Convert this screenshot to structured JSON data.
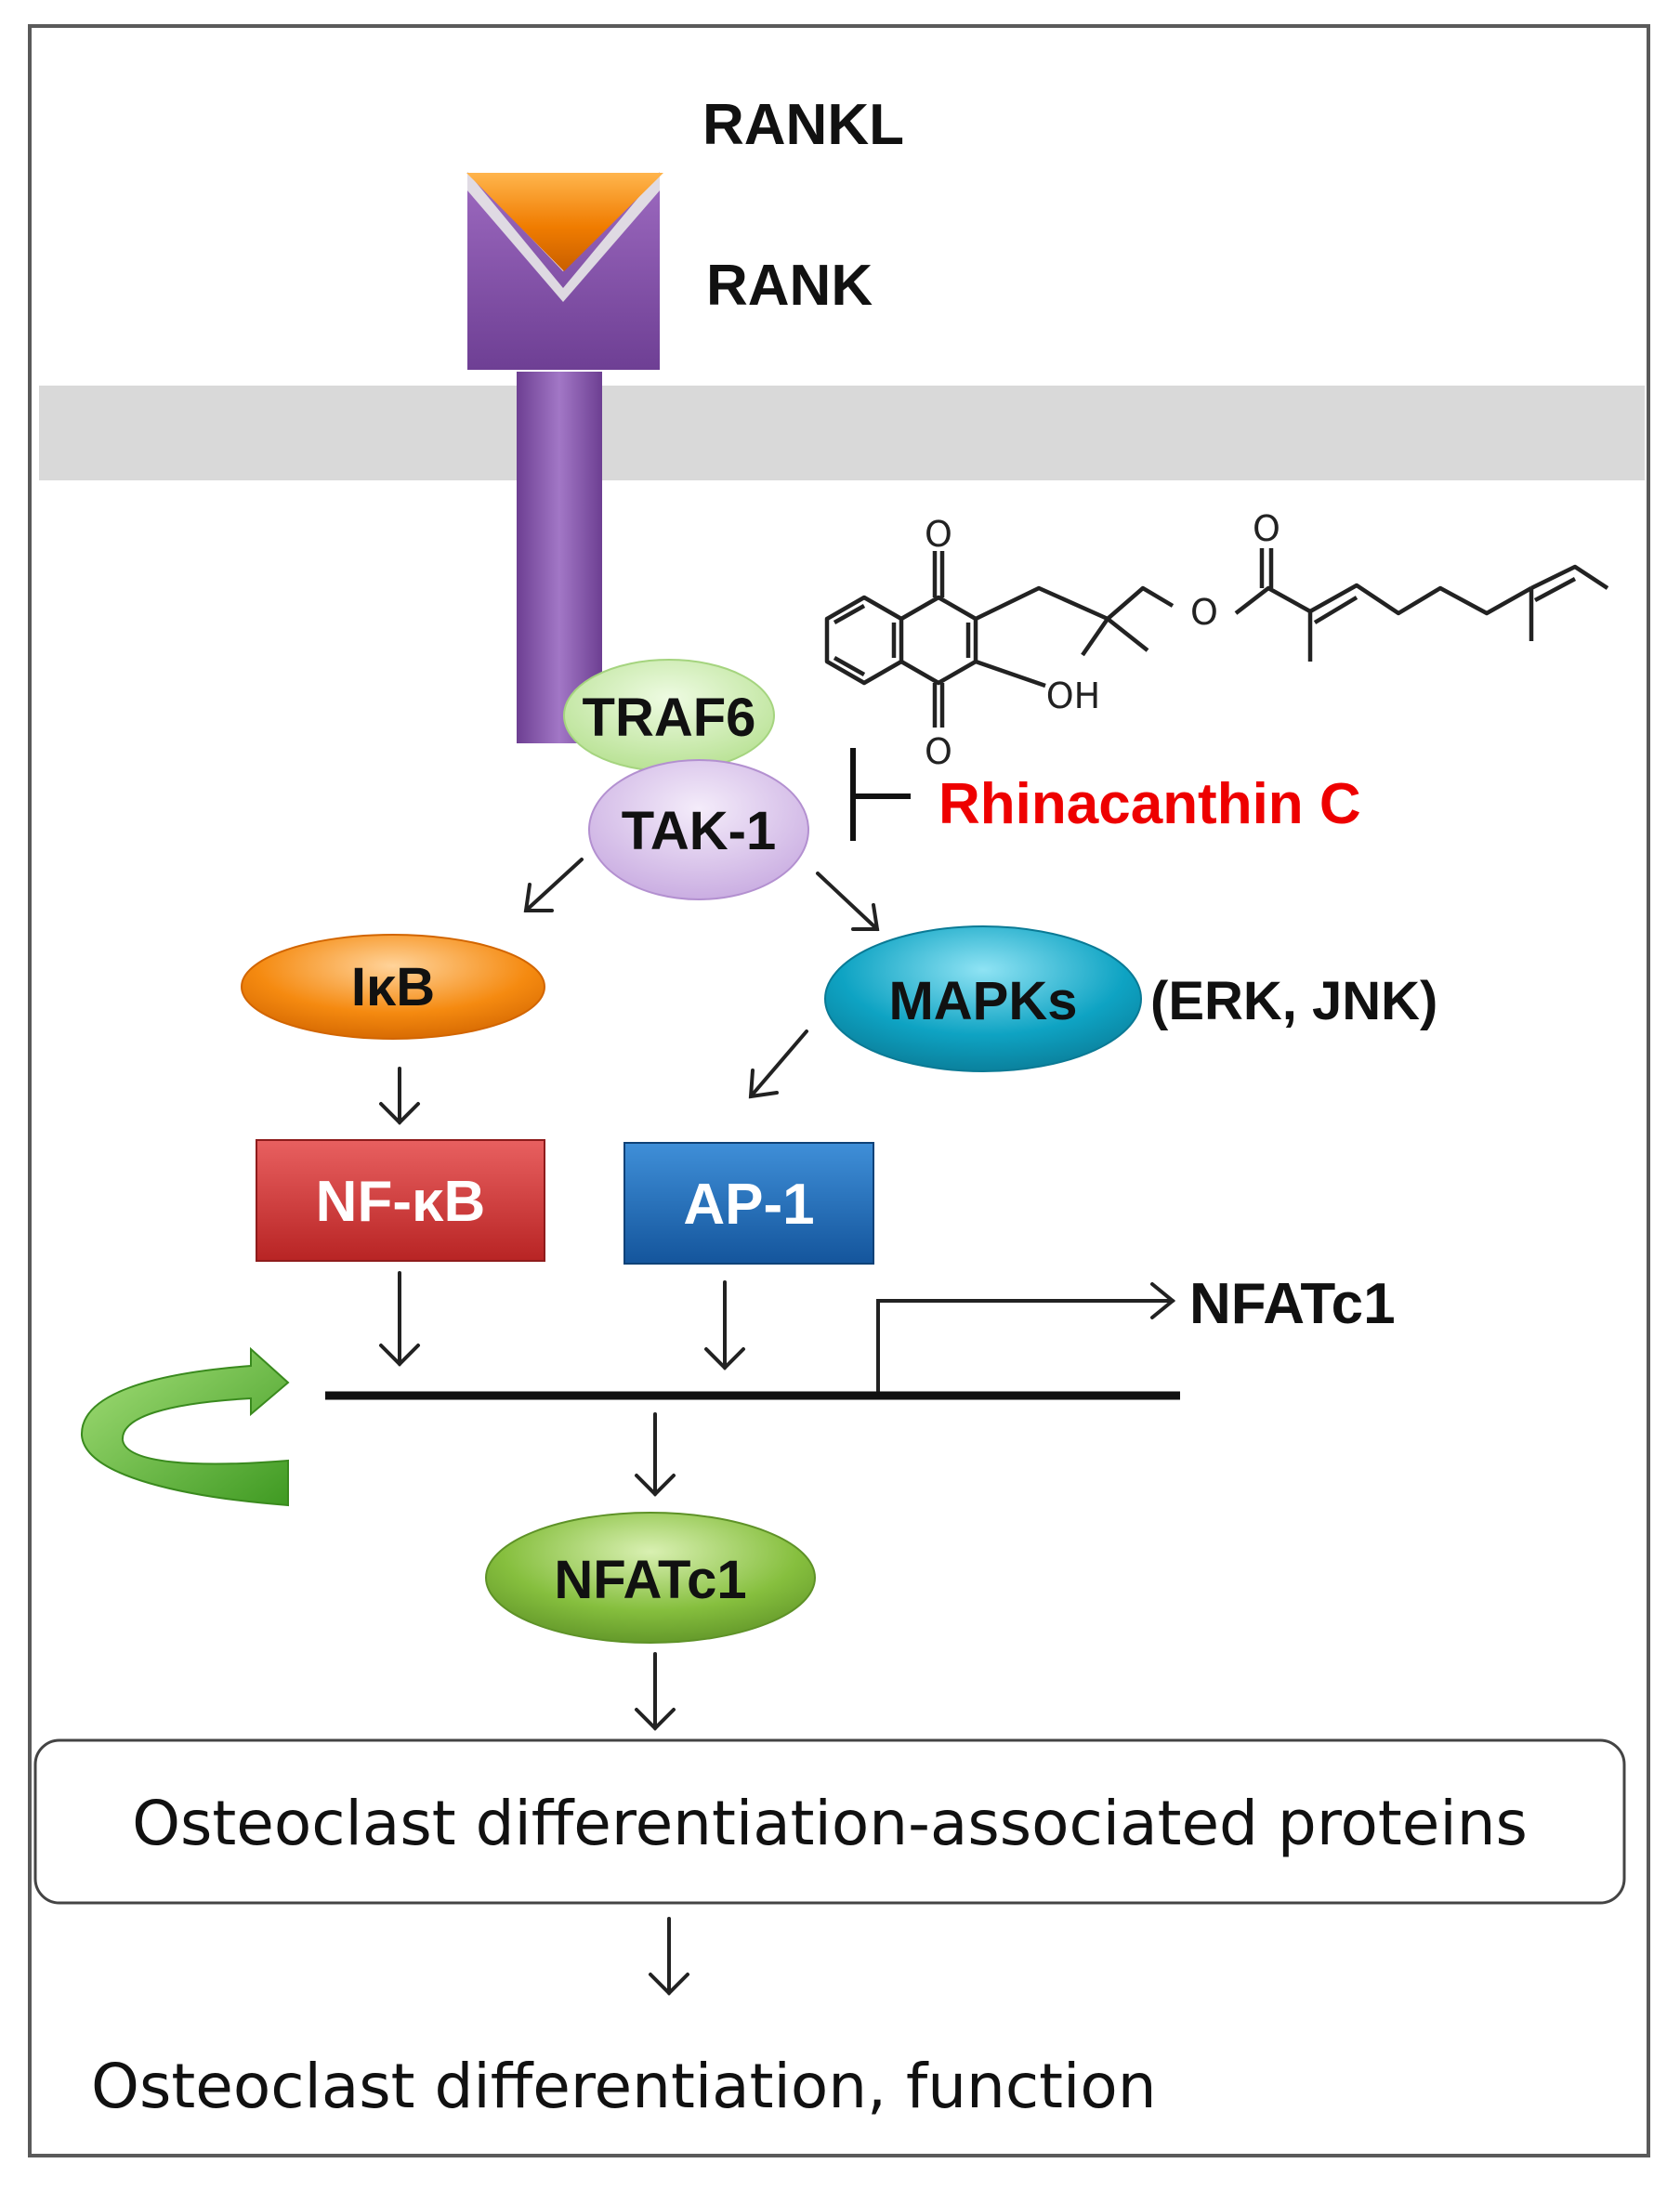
{
  "labels": {
    "rankl": "RANKL",
    "rank": "RANK",
    "traf6": "TRAF6",
    "tak1": "TAK-1",
    "inhibitor_name": "Rhinacanthin C",
    "ikb": "IκB",
    "mapks": "MAPKs",
    "mapks_detail": "(ERK, JNK)",
    "nfkb": "NF-κB",
    "ap1": "AP-1",
    "nfatc1_gene": "NFATc1",
    "nfatc1_protein": "NFATc1",
    "proteins_box": "Osteoclast differentiation-associated proteins",
    "outcome": "Osteoclast differentiation, function"
  },
  "structure_atoms": {
    "o_top_left": "O",
    "o_bottom": "O",
    "oh": "OH",
    "o_ester": "O",
    "o_carbonyl": "O"
  },
  "colors": {
    "ligand": "#f07c00",
    "receptor": "#8c56b0",
    "membrane": "#d9d9d9",
    "traf6": "#c8ecaa",
    "tak1": "#dcc6ec",
    "ikb": "#f07c00",
    "mapks": "#0ea3c3",
    "nfkb": "#d93c3c",
    "ap1": "#1e6fbe",
    "nfatc1": "#7fb83a",
    "feedback_arrow": "#55b032",
    "inhibitor_text": "#ee0000"
  }
}
